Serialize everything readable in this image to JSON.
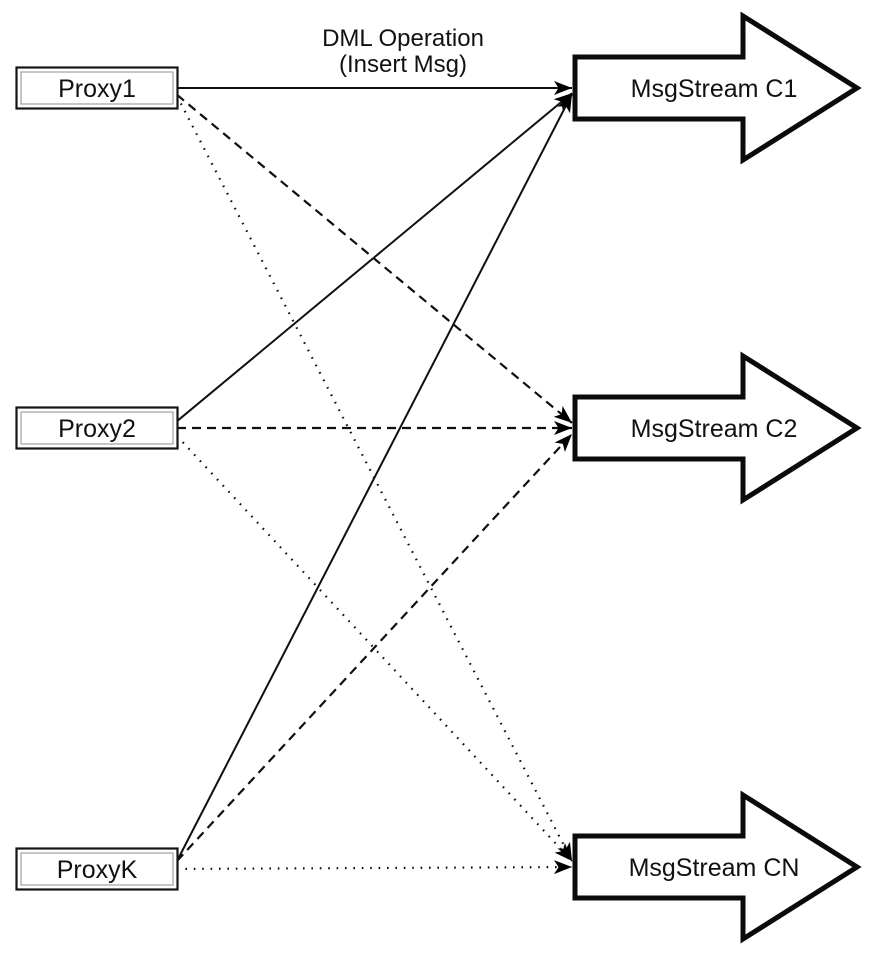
{
  "title": {
    "line1": "DML Operation",
    "line2": "(Insert Msg)"
  },
  "nodes": {
    "proxies": [
      {
        "id": "proxy1",
        "label": "Proxy1"
      },
      {
        "id": "proxy2",
        "label": "Proxy2"
      },
      {
        "id": "proxyK",
        "label": "ProxyK"
      }
    ],
    "streams": [
      {
        "id": "c1",
        "label": "MsgStream C1"
      },
      {
        "id": "c2",
        "label": "MsgStream C2"
      },
      {
        "id": "cn",
        "label": "MsgStream CN"
      }
    ]
  },
  "connections": [
    {
      "from": "proxy1",
      "to": "c1",
      "style": "solid"
    },
    {
      "from": "proxy2",
      "to": "c1",
      "style": "solid"
    },
    {
      "from": "proxyK",
      "to": "c1",
      "style": "solid"
    },
    {
      "from": "proxy1",
      "to": "c2",
      "style": "dashed"
    },
    {
      "from": "proxy2",
      "to": "c2",
      "style": "dashed"
    },
    {
      "from": "proxyK",
      "to": "c2",
      "style": "dashed"
    },
    {
      "from": "proxy1",
      "to": "cn",
      "style": "dotted"
    },
    {
      "from": "proxy2",
      "to": "cn",
      "style": "dotted"
    },
    {
      "from": "proxyK",
      "to": "cn",
      "style": "dotted"
    }
  ],
  "colors": {
    "background": "#ffffff",
    "stroke": "#0f0f0f",
    "node_fill": "#ffffff",
    "arrowhead": "#000000"
  }
}
